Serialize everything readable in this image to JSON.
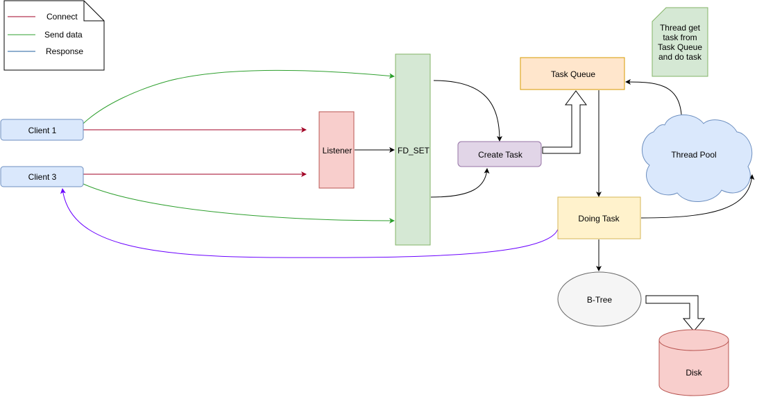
{
  "legend": {
    "items": [
      {
        "label": "Connect",
        "color": "#a20025"
      },
      {
        "label": "Send data",
        "color": "#2d9f2d"
      },
      {
        "label": "Response",
        "color": "#1f5f9f"
      }
    ]
  },
  "nodes": {
    "client1": "Client 1",
    "client3": "Client 3",
    "listener": "Listener",
    "fd_set": "FD_SET",
    "create_task": "Create Task",
    "task_queue": "Task Queue",
    "thread_pool": "Thread Pool",
    "doing_task": "Doing Task",
    "btree": "B-Tree",
    "disk": "Disk"
  },
  "note": {
    "lines": [
      "Thread get",
      "task from",
      "Task Queue",
      "and do task"
    ]
  },
  "colors": {
    "connect": "#a20025",
    "send_data": "#2d9f2d",
    "response": "#6a00ff",
    "client_fill": "#dae8fc",
    "client_stroke": "#6c8ebf",
    "listener_fill": "#f8cecc",
    "listener_stroke": "#b85450",
    "fdset_fill": "#d5e8d4",
    "fdset_stroke": "#82b366",
    "createtask_fill": "#e1d5e7",
    "createtask_stroke": "#9673a6",
    "taskqueue_fill": "#ffe6cc",
    "taskqueue_stroke": "#d79b00",
    "doingtask_fill": "#fff2cc",
    "doingtask_stroke": "#d6b656",
    "btree_fill": "#f5f5f5",
    "btree_stroke": "#666666"
  }
}
